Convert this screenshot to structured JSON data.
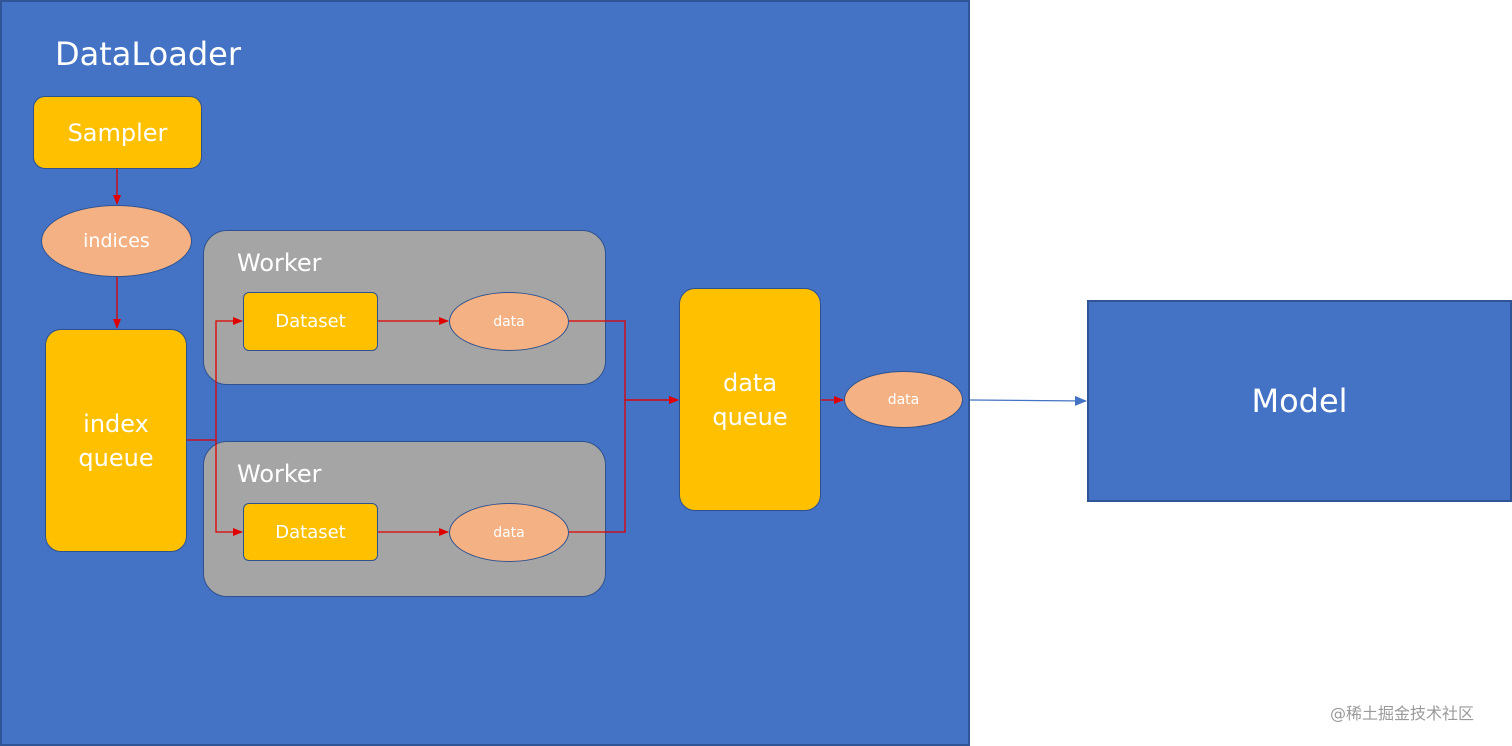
{
  "diagram": {
    "title": "DataLoader",
    "sampler": "Sampler",
    "indices": "indices",
    "index_queue": "index\nqueue",
    "workers": [
      {
        "label": "Worker",
        "dataset": "Dataset",
        "output": "data"
      },
      {
        "label": "Worker",
        "dataset": "Dataset",
        "output": "data"
      }
    ],
    "data_queue": "data\nqueue",
    "output": "data",
    "model": "Model"
  },
  "watermark": "@稀土掘金技术社区",
  "colors": {
    "container_blue": "#4472C4",
    "box_yellow": "#FFC000",
    "ellipse_peach": "#F4B183",
    "worker_gray": "#A5A5A5",
    "arrow_red": "#E00000",
    "arrow_blue": "#4472C4"
  }
}
